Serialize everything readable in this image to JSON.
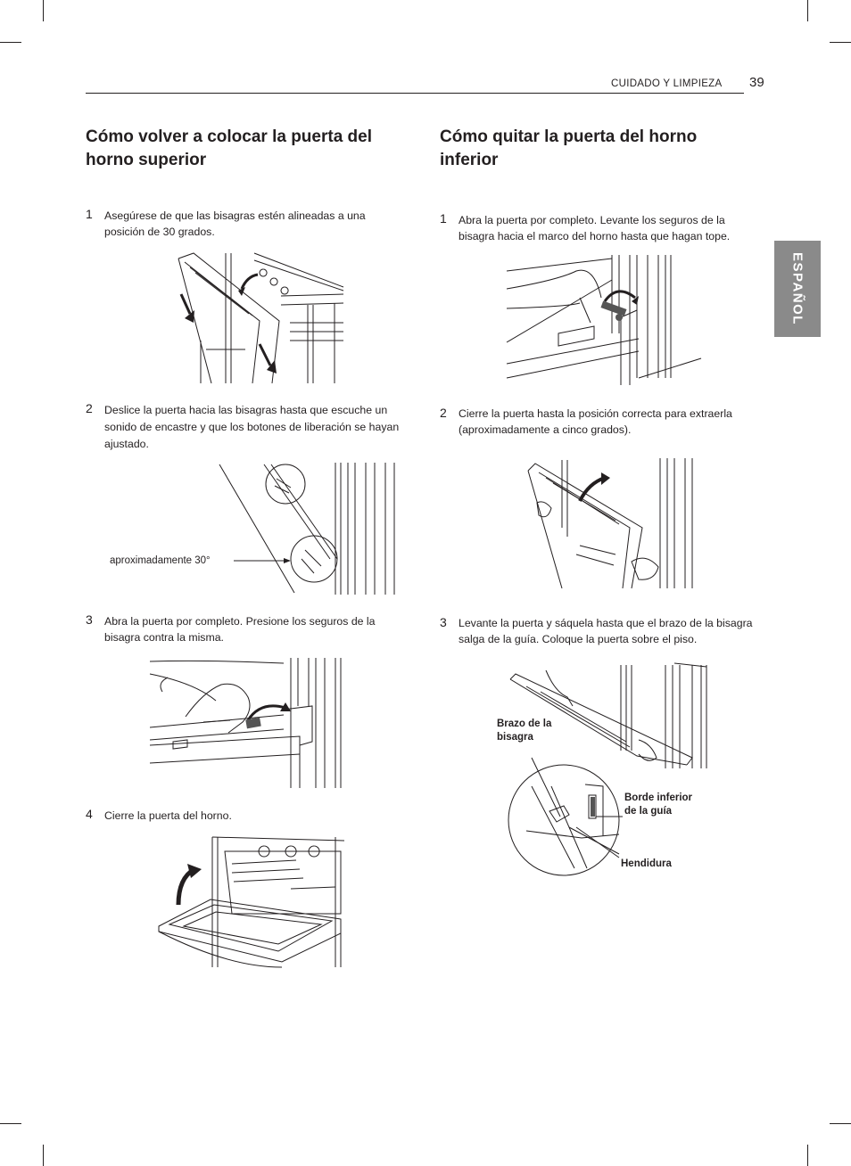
{
  "header": {
    "section": "CUIDADO Y LIMPIEZA",
    "page_number": "39"
  },
  "side_tab": {
    "label": "ESPAÑOL"
  },
  "left": {
    "title": "Cómo volver a colocar la puerta del horno superior",
    "steps": [
      {
        "num": "1",
        "text": "Asegúrese de que las bisagras estén alineadas a una posición de 30 grados."
      },
      {
        "num": "2",
        "text": "Deslice la puerta hacia las bisagras hasta que escuche un sonido de encastre y que los botones de liberación se hayan ajustado."
      },
      {
        "num": "3",
        "text": "Abra la puerta por completo. Presione los seguros de la bisagra contra la misma."
      },
      {
        "num": "4",
        "text": "Cierre la puerta del horno."
      }
    ],
    "angle_label": "aproximadamente 30°"
  },
  "right": {
    "title": "Cómo quitar la puerta del horno inferior",
    "steps": [
      {
        "num": "1",
        "text": "Abra la puerta por completo. Levante los seguros de la bisagra hacia el marco del horno hasta que hagan tope."
      },
      {
        "num": "2",
        "text": "Cierre la puerta hasta la posición correcta para extraerla (aproximadamente a cinco grados)."
      },
      {
        "num": "3",
        "text": "Levante la puerta y sáquela hasta que el brazo de la bisagra salga de la guía. Coloque la puerta sobre el piso."
      }
    ],
    "labels": {
      "hinge_arm": "Brazo de la bisagra",
      "rail_edge": "Borde inferior de la guía",
      "slot": "Hendidura"
    }
  }
}
